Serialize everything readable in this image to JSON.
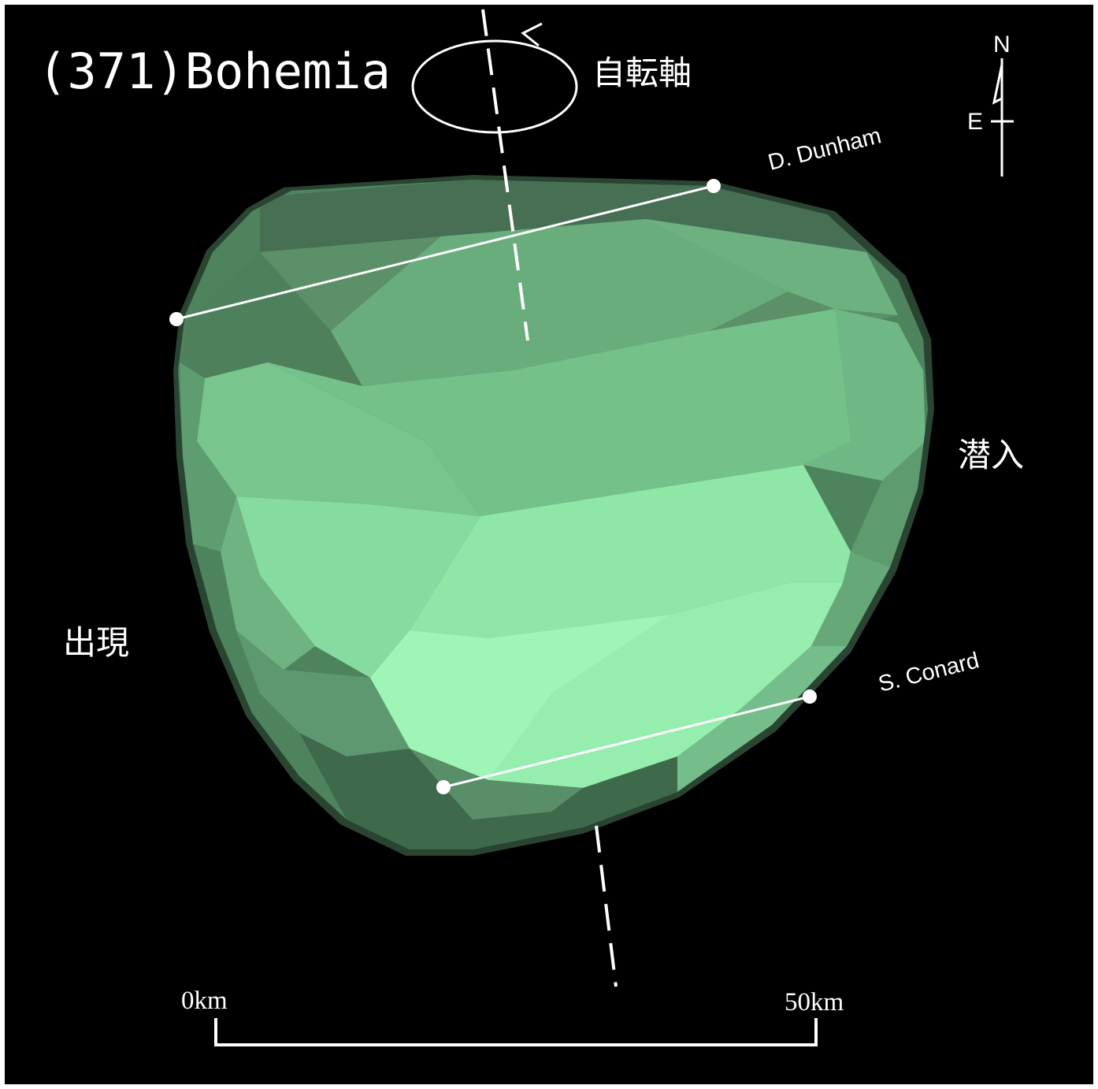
{
  "title": "(371)Bohemia",
  "rotation_axis_label": "自転軸",
  "compass": {
    "north": "N",
    "east": "E"
  },
  "disappearance_label": "潜入",
  "reappearance_label": "出現",
  "chords": [
    {
      "observer": "D. Dunham"
    },
    {
      "observer": "S. Conard"
    }
  ],
  "scale_bar": {
    "start_label": "0km",
    "end_label": "50km"
  },
  "colors": {
    "background": "#000000",
    "asteroid_light": "#9ef5b4",
    "asteroid_mid": "#73c38a",
    "asteroid_dark": "#3f6b4c",
    "lines": "#ffffff"
  }
}
